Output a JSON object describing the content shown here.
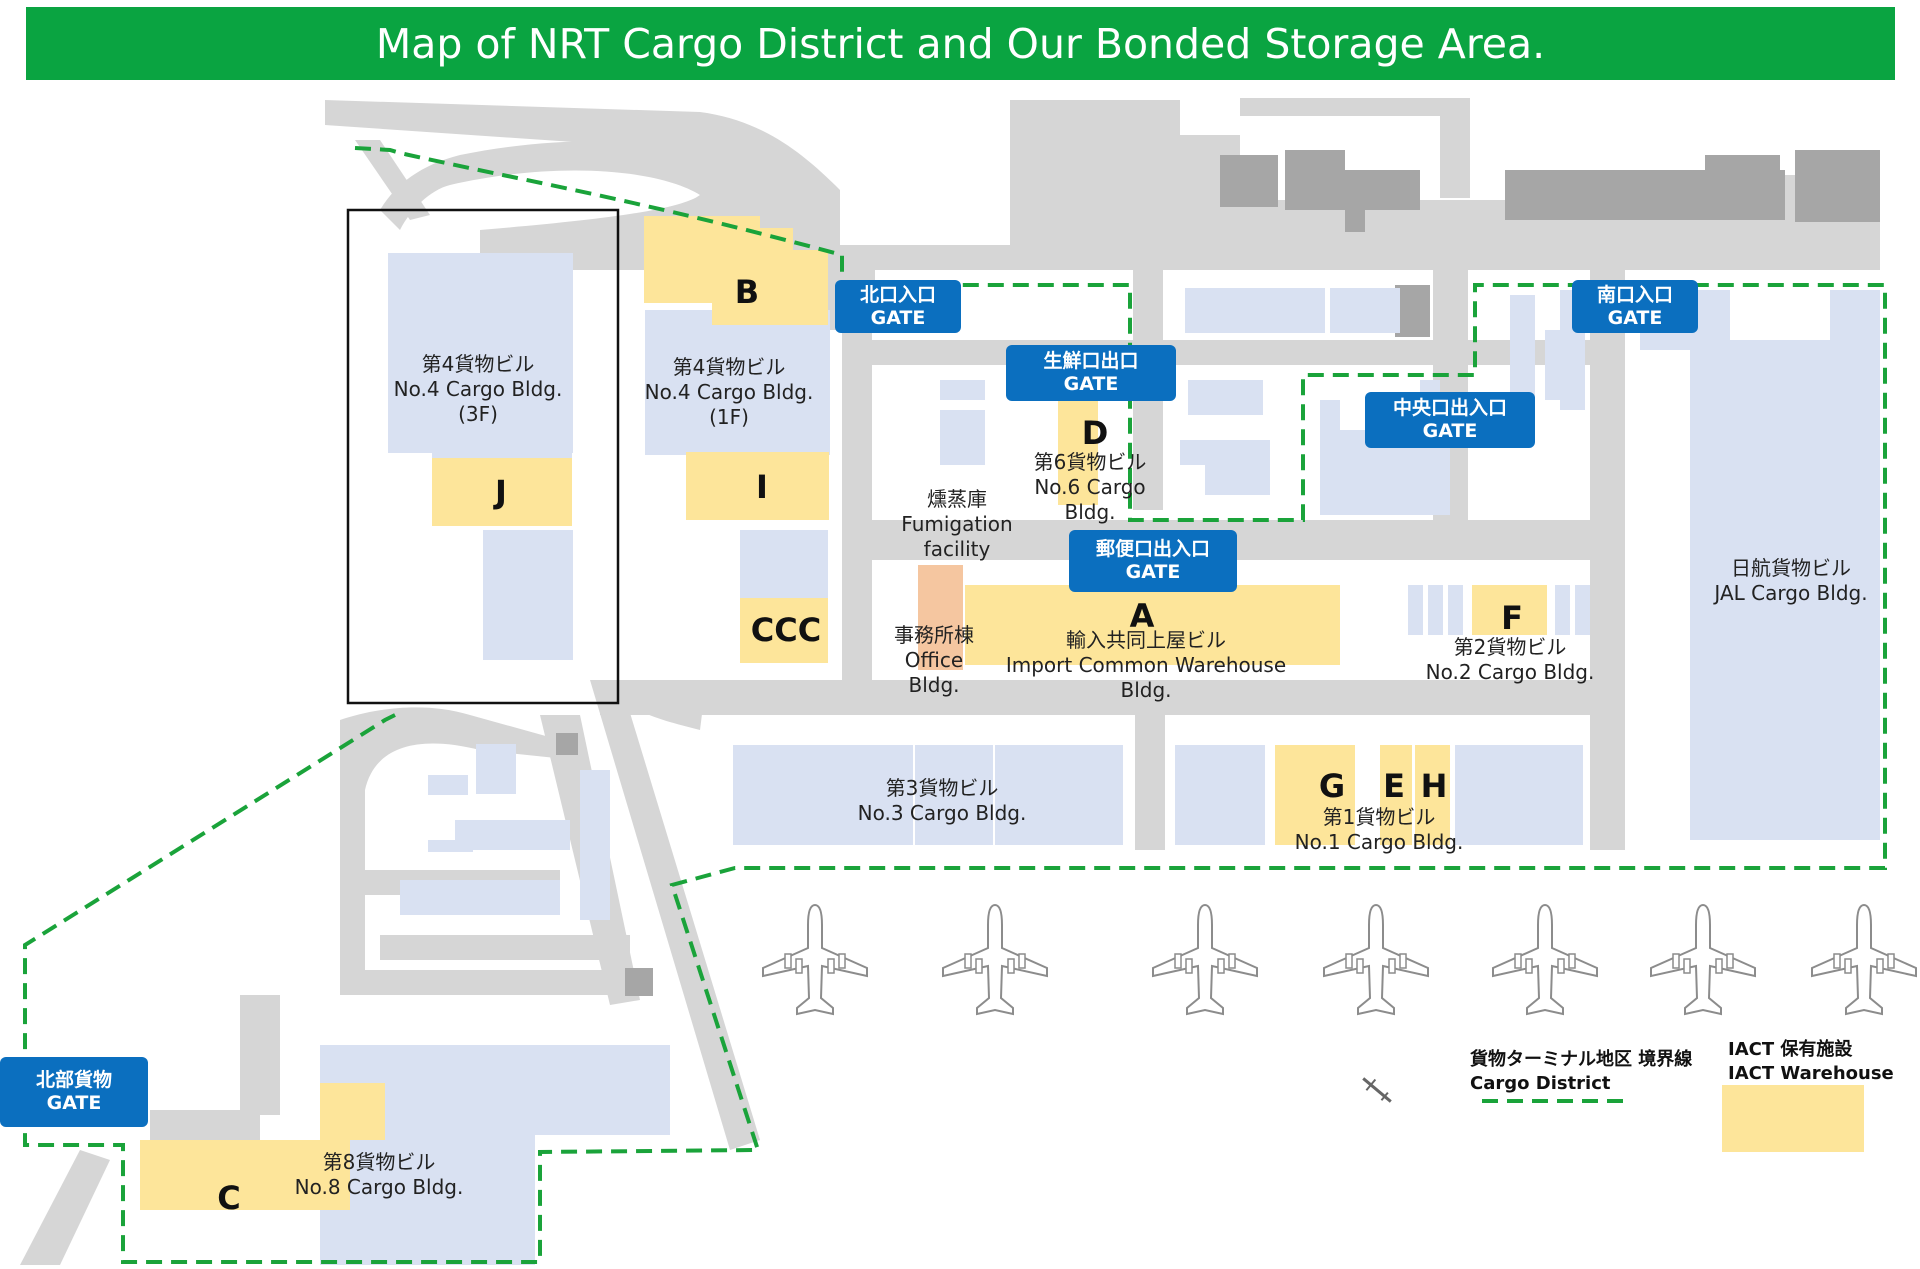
{
  "title": "Map of NRT Cargo District and Our Bonded Storage Area.",
  "colors": {
    "banner": "#0aa441",
    "road": "#d6d6d6",
    "building": "#d9e1f2",
    "iact_warehouse": "#fde59a",
    "fumigation": "#f5c6a0",
    "gate": "#0b6fbf",
    "boundary": "#1aa33a",
    "dark_building": "#a6a6a6"
  },
  "gates": {
    "north": {
      "jp": "北口入口",
      "en": "GATE"
    },
    "south": {
      "jp": "南口入口",
      "en": "GATE"
    },
    "perishable": {
      "jp": "生鮮口出口",
      "en": "GATE"
    },
    "central": {
      "jp": "中央口出入口",
      "en": "GATE"
    },
    "postal": {
      "jp": "郵便口出入口",
      "en": "GATE"
    },
    "northern_cargo": {
      "jp": "北部貨物",
      "en": "GATE"
    }
  },
  "buildings": {
    "no4_3f": {
      "jp": "第4貨物ビル",
      "en": "No.4 Cargo Bldg.",
      "floor": "(3F)"
    },
    "no4_1f": {
      "jp": "第4貨物ビル",
      "en": "No.4 Cargo Bldg.",
      "floor": "(1F)"
    },
    "no6": {
      "jp": "第6貨物ビル",
      "en": "No.6 Cargo",
      "en2": "Bldg."
    },
    "fumigation": {
      "jp": "燻蒸庫",
      "en": "Fumigation",
      "en2": "facility"
    },
    "office": {
      "jp": "事務所棟",
      "en": "Office",
      "en2": "Bldg."
    },
    "import_common": {
      "jp": "輸入共同上屋ビル",
      "en": "Import Common Warehouse",
      "en2": "Bldg."
    },
    "no2": {
      "jp": "第2貨物ビル",
      "en": "No.2 Cargo Bldg."
    },
    "jal": {
      "jp": "日航貨物ビル",
      "en": "JAL Cargo Bldg."
    },
    "no3": {
      "jp": "第3貨物ビル",
      "en": "No.3 Cargo Bldg."
    },
    "no1": {
      "jp": "第1貨物ビル",
      "en": "No.1 Cargo Bldg."
    },
    "no8": {
      "jp": "第8貨物ビル",
      "en": "No.8 Cargo Bldg."
    }
  },
  "areas": {
    "A": "A",
    "B": "B",
    "C": "C",
    "D": "D",
    "E": "E",
    "F": "F",
    "G": "G",
    "H": "H",
    "I": "I",
    "J": "J",
    "CCC": "CCC"
  },
  "legend": {
    "district_jp": "貨物ターミナル地区 境界線",
    "district_en": "Cargo District",
    "warehouse_jp": "IACT 保有施設",
    "warehouse_en": "IACT Warehouse"
  }
}
